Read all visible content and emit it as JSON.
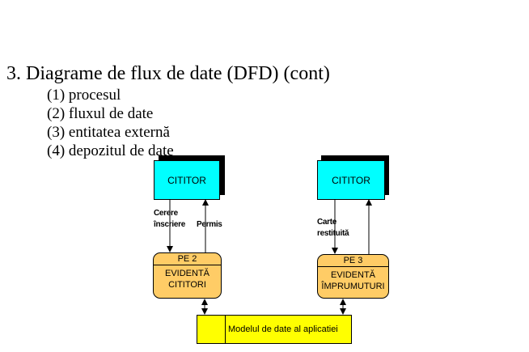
{
  "slide": {
    "heading": "3. Diagrame de flux de date (DFD) (cont)",
    "bullets": [
      "(1) procesul",
      "(2) fluxul de date",
      "(3) entitatea externă",
      "(4) depozitul de date"
    ]
  },
  "diagram": {
    "entities": [
      {
        "id": "left",
        "label": "CITITOR"
      },
      {
        "id": "right",
        "label": "CITITOR"
      }
    ],
    "processes": [
      {
        "id": "PE 2",
        "name_lines": [
          "EVIDENTĂ",
          "CITITORI"
        ]
      },
      {
        "id": "PE 3",
        "name_lines": [
          "EVIDENTĂ",
          "ÎMPRUMUTURI"
        ]
      }
    ],
    "flows": {
      "request": "Cerere\nînscriere",
      "permit": "Permis",
      "return": "Carte\nrestituită"
    },
    "store": {
      "id": "",
      "name": "Modelul de date al aplicatiei"
    },
    "colors": {
      "entity": "#00ffff",
      "process": "#ffcc66",
      "store": "#ffff00",
      "line": "#000000"
    }
  }
}
